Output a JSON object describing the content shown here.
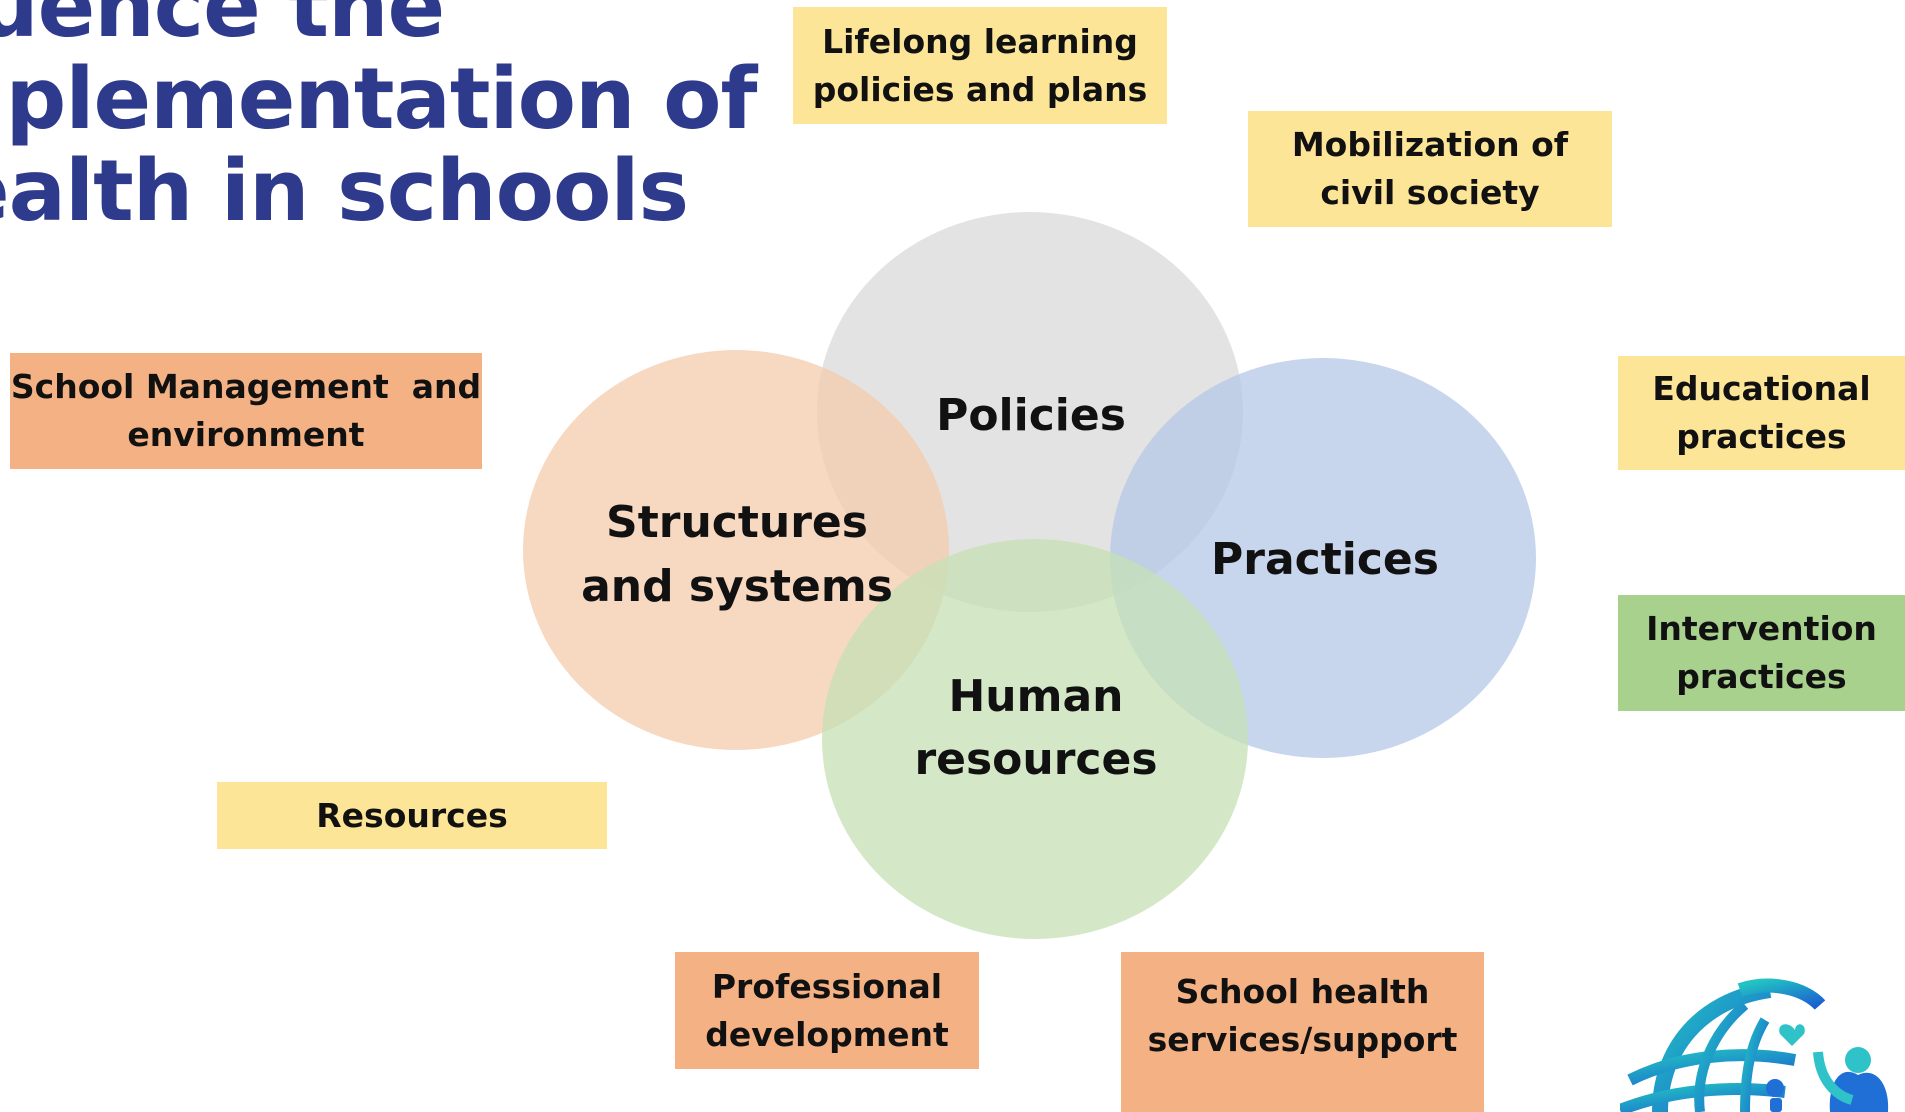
{
  "title": {
    "line1": "fluence the",
    "line2": "nplementation of",
    "line3": "ealth in schools"
  },
  "circles": {
    "policies": "Policies",
    "structures_line1": "Structures",
    "structures_line2": "and systems",
    "practices": "Practices",
    "human_line1": "Human",
    "human_line2": "resources"
  },
  "boxes": {
    "lifelong_line1": "Lifelong learning",
    "lifelong_line2": "policies and plans",
    "mobilization_line1": "Mobilization of",
    "mobilization_line2": "civil society",
    "school_mgmt_line1": "School Management  and",
    "school_mgmt_line2": "environment",
    "educational_line1": "Educational",
    "educational_line2": "practices",
    "intervention_line1": "Intervention",
    "intervention_line2": "practices",
    "resources": "Resources",
    "professional_line1": "Professional",
    "professional_line2": "development",
    "school_health_line1": "School health",
    "school_health_line2": "services/support"
  },
  "colors": {
    "title": "#2e3a8c",
    "yellow_box": "#fde597",
    "orange_box": "#f4b183",
    "green_box": "#a9d18e",
    "policies_circle": "#d9d9d9",
    "structures_circle": "#f4cbac",
    "practices_circle": "#b4c7e7",
    "human_circle": "#c5e0b4"
  },
  "logo": {
    "icon": "globe-with-people-logo"
  }
}
